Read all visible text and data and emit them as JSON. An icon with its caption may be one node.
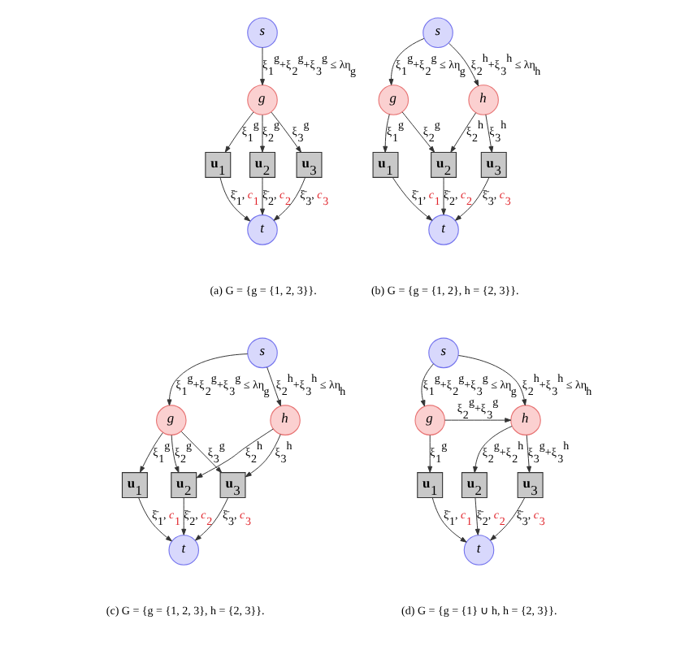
{
  "diagram": {
    "nodes": [
      {
        "text": [
          "s"
        ]
      },
      {
        "text": [
          "g"
        ]
      },
      {
        "text": [
          "**u**$_{1}$"
        ]
      },
      {
        "text": [
          "**u**$_{2}$"
        ]
      },
      {
        "text": [
          "**u**$_{3}$"
        ]
      },
      {
        "text": [
          "t"
        ]
      },
      {
        "text": [
          "s"
        ]
      },
      {
        "text": [
          "g"
        ]
      },
      {
        "text": [
          "h"
        ]
      },
      {
        "text": [
          "**u**$_{1}$"
        ]
      },
      {
        "text": [
          "**u**$_{2}$"
        ]
      },
      {
        "text": [
          "**u**$_{3}$"
        ]
      },
      {
        "text": [
          "t"
        ]
      },
      {
        "text": [
          "s"
        ]
      },
      {
        "text": [
          "g"
        ]
      },
      {
        "text": [
          "h"
        ]
      },
      {
        "text": [
          "**u**$_{1}$"
        ]
      },
      {
        "text": [
          "**u**$_{2}$"
        ]
      },
      {
        "text": [
          "**u**$_{3}$"
        ]
      },
      {
        "text": [
          "t"
        ]
      },
      {
        "text": [
          "s"
        ]
      },
      {
        "text": [
          "g"
        ]
      },
      {
        "text": [
          "h"
        ]
      },
      {
        "text": [
          "**u**$_{1}$"
        ]
      },
      {
        "text": [
          "**u**$_{2}$"
        ]
      },
      {
        "text": [
          "**u**$_{3}$"
        ]
      },
      {
        "text": [
          "t"
        ]
      }
    ],
    "edges": [
      {
        "from": 0,
        "to": 1,
        "arrow": "to",
        "label": "ξ$_{1}$$^{g}$+ξ$_{2}$$^{g}$+ξ$_{3}$$^{g}$ ≤ λη$_{g}$"
      },
      {
        "from": 1,
        "to": 2,
        "arrow": "to",
        "label": "ξ$_{1}$$^{g}$"
      },
      {
        "from": 1,
        "to": 3,
        "arrow": "to",
        "label": "ξ$_{2}$$^{g}$"
      },
      {
        "from": 1,
        "to": 4,
        "arrow": "to",
        "label": "ξ$_{3}$$^{g}$"
      },
      {
        "from": 2,
        "to": 5,
        "arrow": "to",
        "label": "ξ̄$_{1}$, *c*$_{1}$"
      },
      {
        "from": 3,
        "to": 5,
        "arrow": "to",
        "label": "ξ̄$_{2}$, *c*$_{2}$"
      },
      {
        "from": 4,
        "to": 5,
        "arrow": "to",
        "label": "ξ̄$_{3}$, *c*$_{3}$"
      },
      {
        "from": 6,
        "to": 7,
        "arrow": "to",
        "label": "ξ$_{1}$$^{g}$+ξ$_{2}$$^{g}$ ≤ λη$_{g}$"
      },
      {
        "from": 6,
        "to": 8,
        "arrow": "to",
        "label": "ξ$_{2}$$^{h}$+ξ$_{3}$$^{h}$ ≤ λη$_{h}$"
      },
      {
        "from": 7,
        "to": 9,
        "arrow": "to",
        "label": "ξ$_{1}$$^{g}$"
      },
      {
        "from": 7,
        "to": 10,
        "arrow": "to",
        "label": "ξ$_{2}$$^{g}$"
      },
      {
        "from": 8,
        "to": 10,
        "arrow": "to",
        "label": "ξ$_{2}$$^{h}$"
      },
      {
        "from": 8,
        "to": 11,
        "arrow": "to",
        "label": "ξ$_{3}$$^{h}$"
      },
      {
        "from": 9,
        "to": 12,
        "arrow": "to",
        "label": "ξ̄$_{1}$, *c*$_{1}$"
      },
      {
        "from": 10,
        "to": 12,
        "arrow": "to",
        "label": "ξ̄$_{2}$, *c*$_{2}$"
      },
      {
        "from": 11,
        "to": 12,
        "arrow": "to",
        "label": "ξ̄$_{3}$, *c*$_{3}$"
      },
      {
        "from": 13,
        "to": 14,
        "arrow": "to",
        "label": "ξ$_{1}$$^{g}$+ξ$_{2}$$^{g}$+ξ$_{3}$$^{g}$ ≤ λη$_{g}$"
      },
      {
        "from": 13,
        "to": 15,
        "arrow": "to",
        "label": "ξ$_{2}$$^{h}$+ξ$_{3}$$^{h}$ ≤ λη$_{h}$"
      },
      {
        "from": 14,
        "to": 16,
        "arrow": "to",
        "label": "ξ$_{1}$$^{g}$"
      },
      {
        "from": 14,
        "to": 17,
        "arrow": "to",
        "label": "ξ$_{2}$$^{g}$"
      },
      {
        "from": 14,
        "to": 18,
        "arrow": "to",
        "label": "ξ$_{3}$$^{g}$"
      },
      {
        "from": 15,
        "to": 17,
        "arrow": "to",
        "label": "ξ$_{2}$$^{h}$"
      },
      {
        "from": 15,
        "to": 18,
        "arrow": "to",
        "label": "ξ$_{3}$$^{h}$"
      },
      {
        "from": 16,
        "to": 19,
        "arrow": "to",
        "label": "ξ̄$_{1}$, *c*$_{1}$"
      },
      {
        "from": 17,
        "to": 19,
        "arrow": "to",
        "label": "ξ̄$_{2}$, *c*$_{2}$"
      },
      {
        "from": 18,
        "to": 19,
        "arrow": "to",
        "label": "ξ̄$_{3}$, *c*$_{3}$"
      },
      {
        "from": 20,
        "to": 21,
        "arrow": "to",
        "label": "ξ$_{1}$$^{g}$+ξ$_{2}$$^{g}$+ξ$_{3}$$^{g}$ ≤ λη$_{g}$"
      },
      {
        "from": 20,
        "to": 22,
        "arrow": "to",
        "label": "ξ$_{2}$$^{h}$+ξ$_{3}$$^{h}$ ≤ λη$_{h}$"
      },
      {
        "from": 21,
        "to": 22,
        "arrow": "to",
        "label": "ξ$_{2}$$^{g}$+ξ$_{3}$$^{g}$"
      },
      {
        "from": 21,
        "to": 23,
        "arrow": "to",
        "label": "ξ$_{1}$$^{g}$"
      },
      {
        "from": 22,
        "to": 24,
        "arrow": "to",
        "label": "ξ$_{2}$$^{g}$+ξ$_{2}$$^{h}$"
      },
      {
        "from": 22,
        "to": 25,
        "arrow": "to",
        "label": "ξ$_{3}$$^{g}$+ξ$_{3}$$^{h}$"
      },
      {
        "from": 23,
        "to": 26,
        "arrow": "to",
        "label": "ξ̄$_{1}$, *c*$_{1}$"
      },
      {
        "from": 24,
        "to": 26,
        "arrow": "to",
        "label": "ξ̄$_{2}$, *c*$_{2}$"
      },
      {
        "from": 25,
        "to": 26,
        "arrow": "to",
        "label": "ξ̄$_{3}$, *c*$_{3}$"
      }
    ],
    "labels": [
      "(a) G = {g = {1, 2, 3}}.",
      "(b) G = {g = {1, 2}, h = {2, 3}}.",
      "(c) G = {g = {1, 2, 3}, h = {2, 3}}.",
      "(d) G = {g = {1} ∪ h, h = {2, 3}}."
    ]
  }
}
